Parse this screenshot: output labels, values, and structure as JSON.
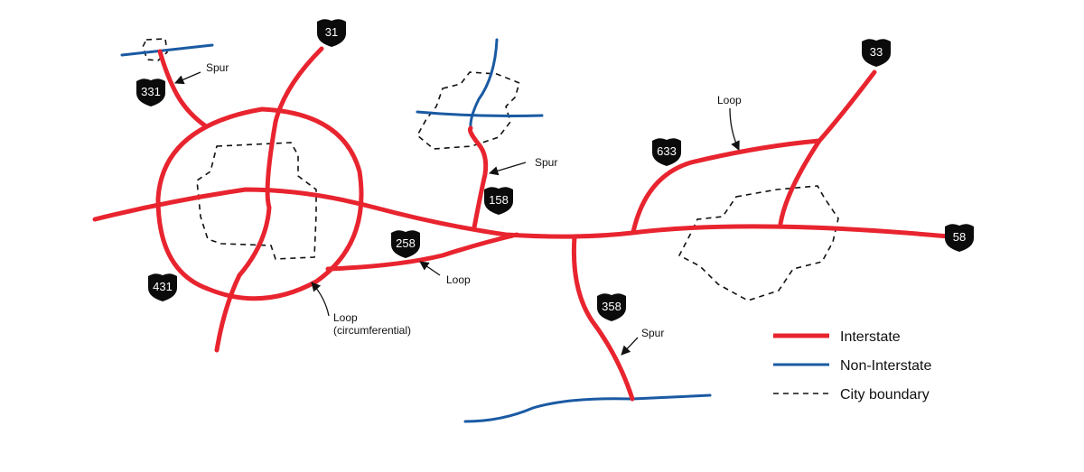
{
  "shields": {
    "i31": "31",
    "i33": "33",
    "i58": "58",
    "i158": "158",
    "i258": "258",
    "i331": "331",
    "i358": "358",
    "i431": "431",
    "i633": "633"
  },
  "annotations": {
    "spur_331": "Spur",
    "spur_158": "Spur",
    "spur_358": "Spur",
    "loop_258": "Loop",
    "loop_633": "Loop",
    "loop_431_line1": "Loop",
    "loop_431_line2": "(circumferential)"
  },
  "legend": {
    "interstate": "Interstate",
    "non_interstate": "Non-Interstate",
    "city_boundary": "City boundary"
  },
  "colors": {
    "interstate": "#e8242f",
    "non_interstate": "#1a5aa3",
    "city_boundary": "#111111",
    "shield": "#0b0b0b"
  }
}
